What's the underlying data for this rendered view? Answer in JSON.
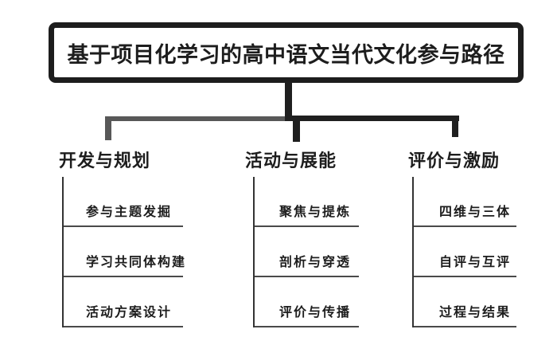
{
  "diagram": {
    "title": "基于项目化学习的高中语文当代文化参与路径",
    "columns": [
      {
        "header": "开发与规划",
        "items": [
          "参与主题发掘",
          "学习共同体构建",
          "活动方案设计"
        ]
      },
      {
        "header": "活动与展能",
        "items": [
          "聚焦与提炼",
          "剖析与穿透",
          "评价与传播"
        ]
      },
      {
        "header": "评价与激励",
        "items": [
          "四维与三体",
          "自评与互评",
          "过程与结果"
        ]
      }
    ],
    "colors": {
      "line_dark": "#1f1f1f",
      "line_gray": "#585858",
      "text": "#1d1d1d",
      "background": "#ffffff"
    }
  }
}
